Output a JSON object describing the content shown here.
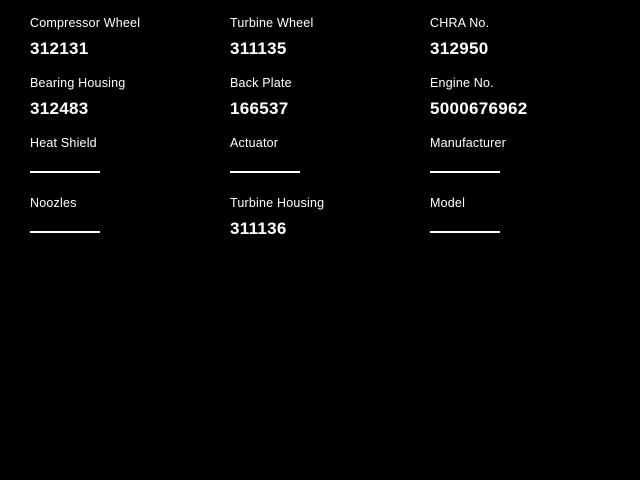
{
  "fields": [
    {
      "label": "Compressor Wheel",
      "value": "312131"
    },
    {
      "label": "Turbine Wheel",
      "value": "311135"
    },
    {
      "label": "CHRA No.",
      "value": "312950"
    },
    {
      "label": "Bearing Housing",
      "value": "312483"
    },
    {
      "label": "Back Plate",
      "value": "166537"
    },
    {
      "label": "Engine No.",
      "value": "5000676962"
    },
    {
      "label": "Heat Shield",
      "value": ""
    },
    {
      "label": "Actuator",
      "value": ""
    },
    {
      "label": "Manufacturer",
      "value": ""
    },
    {
      "label": "Noozles",
      "value": ""
    },
    {
      "label": "Turbine Housing",
      "value": "311136"
    },
    {
      "label": "Model",
      "value": ""
    }
  ],
  "colors": {
    "background": "#000000",
    "text": "#ffffff"
  }
}
